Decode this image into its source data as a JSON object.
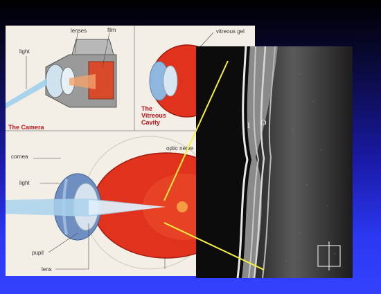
{
  "camera": {
    "title": "The Camera",
    "labels": {
      "lenses": "lenses",
      "film": "film",
      "light": "light"
    }
  },
  "vitreous": {
    "title_line1": "The",
    "title_line2": "Vitreous",
    "title_line3": "Cavity",
    "label": "vitreous gel"
  },
  "eye": {
    "labels": {
      "cornea": "cornea",
      "light": "light",
      "pupil": "pupil",
      "lens": "lens",
      "optic_nerve": "optic nerve"
    }
  },
  "oct_scan": {
    "layer_label_inner": "I",
    "layer_label_outer": "O"
  },
  "colors": {
    "eye_red": "#e0321c",
    "pointer_yellow": "#f5f03a",
    "title_red": "#c0141c"
  }
}
